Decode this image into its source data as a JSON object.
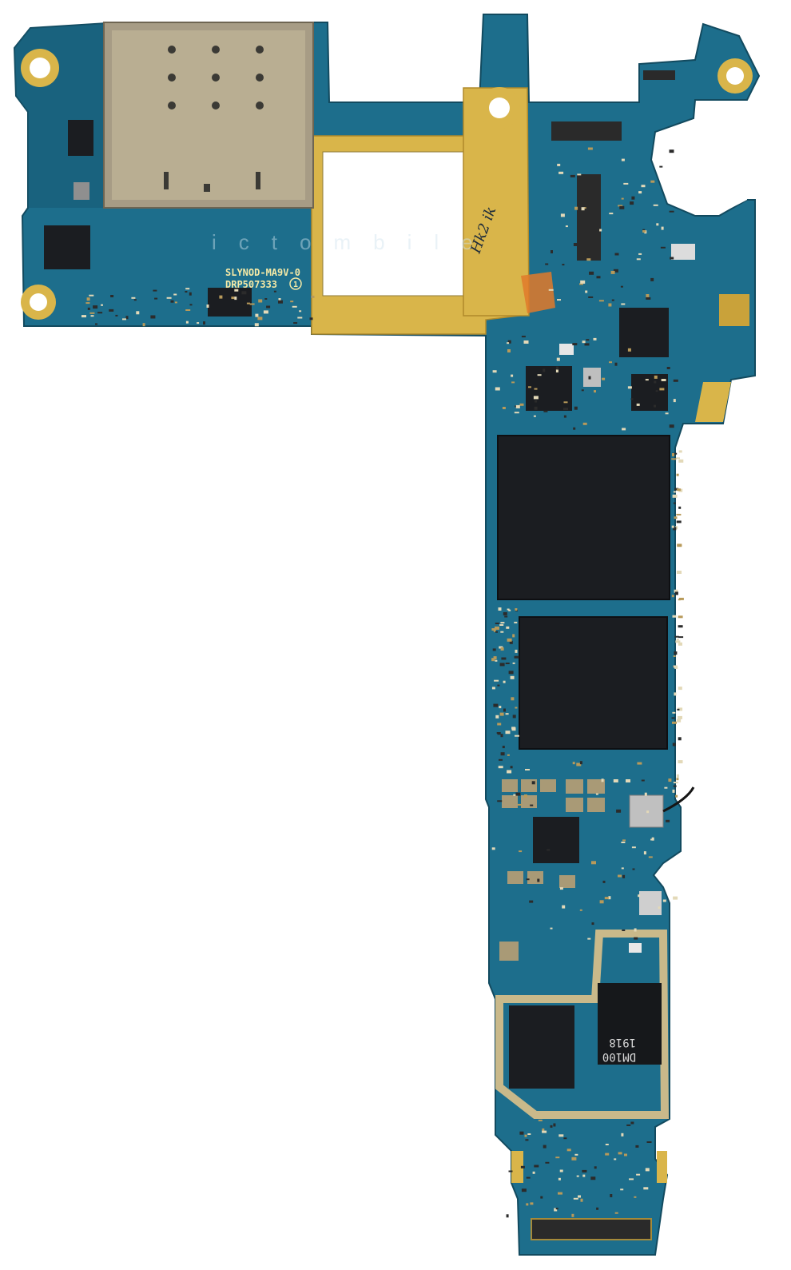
{
  "photo": {
    "subject": "logic-board",
    "colors": {
      "background": "#ffffff",
      "board": "#1d6e8c",
      "board_dark": "#165a73",
      "gold": "#d9b54a",
      "chip": "#1b1d21",
      "shield": "#b9ae92",
      "silkscreen": "#f4e9a6"
    }
  },
  "labels": {
    "board_model": "SLYNOD-MA9V-0",
    "board_serial": "DRP507333",
    "board_rev": "1",
    "watermark": "ictombile",
    "handwriting": "Hk2 ik",
    "chip_marking_1": "1918",
    "chip_marking_2": "DM100"
  }
}
